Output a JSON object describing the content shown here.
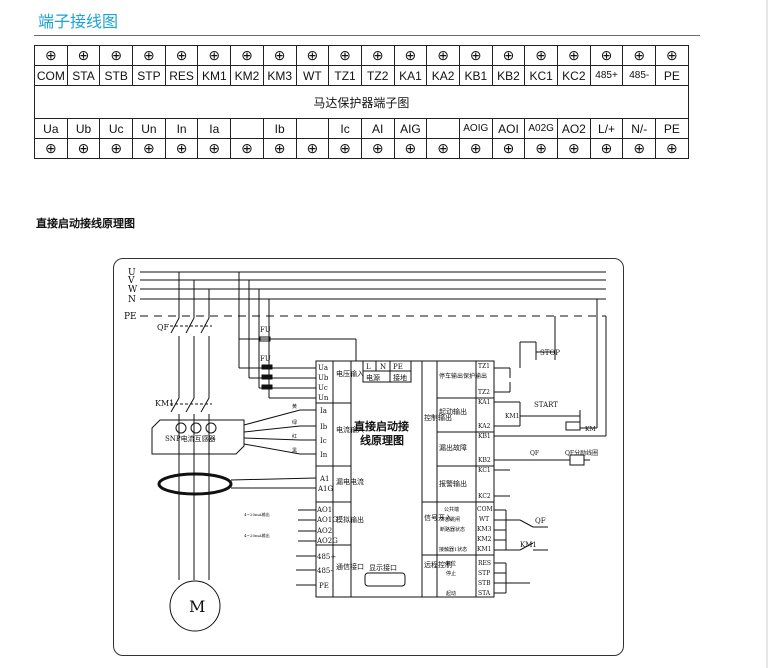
{
  "header": {
    "title": "端子接线图"
  },
  "terminal_table": {
    "symbol": "⊕",
    "row_top_labels": [
      "COM",
      "STA",
      "STB",
      "STP",
      "RES",
      "KM1",
      "KM2",
      "KM3",
      "WT",
      "TZ1",
      "TZ2",
      "KA1",
      "KA2",
      "KB1",
      "KB2",
      "KC1",
      "KC2",
      "485+",
      "485-",
      "PE"
    ],
    "caption": "马达保护器端子图",
    "row_bottom_labels": [
      "Ua",
      "Ub",
      "Uc",
      "Un",
      "In",
      "Ia",
      "",
      "Ib",
      "",
      "Ic",
      "AI",
      "AIG",
      "",
      "AOIG",
      "AOI",
      "A02G",
      "AO2",
      "L/+",
      "N/-",
      "PE"
    ]
  },
  "diagram": {
    "title": "直接启动接线原理图",
    "center_label_line1": "直接启动接",
    "center_label_line2": "线原理图",
    "bus_labels": [
      "U",
      "V",
      "W",
      "N",
      "PE"
    ],
    "breaker_label": "QF",
    "contactor_label": "KM1",
    "fuse_label": "FU",
    "ct_label": "SNP电流互感器",
    "motor_label": "M",
    "stop_label": "STOP",
    "start_label": "START",
    "km1_coil_label": "KM1",
    "km_coil_label": "KM",
    "qf_label": "QF",
    "qf_trip_label": "QF分励线圈",
    "power": {
      "l": "L",
      "n": "N",
      "pe": "PE",
      "caption": "电源",
      "ground": "接地"
    },
    "voltage_terms": [
      "Ua",
      "Ub",
      "Uc",
      "Un"
    ],
    "voltage_caption": "电压输入",
    "current_terms": [
      "Ia",
      "Ib",
      "Ic",
      "In"
    ],
    "current_caption": "电流输入",
    "leak_terms": [
      "A1",
      "A1G"
    ],
    "leak_caption": "漏电电流",
    "ct_wire_tags": [
      "黄",
      "绿",
      "红",
      "黑"
    ],
    "analog_terms": [
      "AO1",
      "AO1G",
      "AO2",
      "AO2G"
    ],
    "analog_caption": "模拟输出",
    "analog_note": "4~20mA输出",
    "comm_terms": [
      "485+",
      "485-",
      "PE"
    ],
    "comm_caption": "通信接口",
    "display_label": "显示接口",
    "control_caption": "控制输出",
    "relay_groups": [
      {
        "name": "停车输出保护输出",
        "top": "TZ1",
        "bottom": "TZ2"
      },
      {
        "name": "起动输出",
        "top": "KA1",
        "bottom": "KA2"
      },
      {
        "name": "漏出故障",
        "top": "KB1",
        "bottom": "KB2"
      },
      {
        "name": "报警输出",
        "top": "KC1",
        "bottom": "KC2"
      }
    ],
    "signal_caption": "信号开入",
    "signal_inputs": [
      {
        "name": "公共端",
        "term": "COM"
      },
      {
        "name": "外部跳闸",
        "term": "WT"
      },
      {
        "name": "断路器状态",
        "term": "KM3"
      },
      {
        "name": "",
        "term": "KM2"
      },
      {
        "name": "接触器1状态",
        "term": "KM1"
      }
    ],
    "remote_caption": "远程控制",
    "remote_inputs": [
      {
        "name": "复位",
        "term": "RES"
      },
      {
        "name": "停止",
        "term": "STP"
      },
      {
        "name": "",
        "term": "STB"
      },
      {
        "name": "起动",
        "term": "STA"
      }
    ]
  }
}
